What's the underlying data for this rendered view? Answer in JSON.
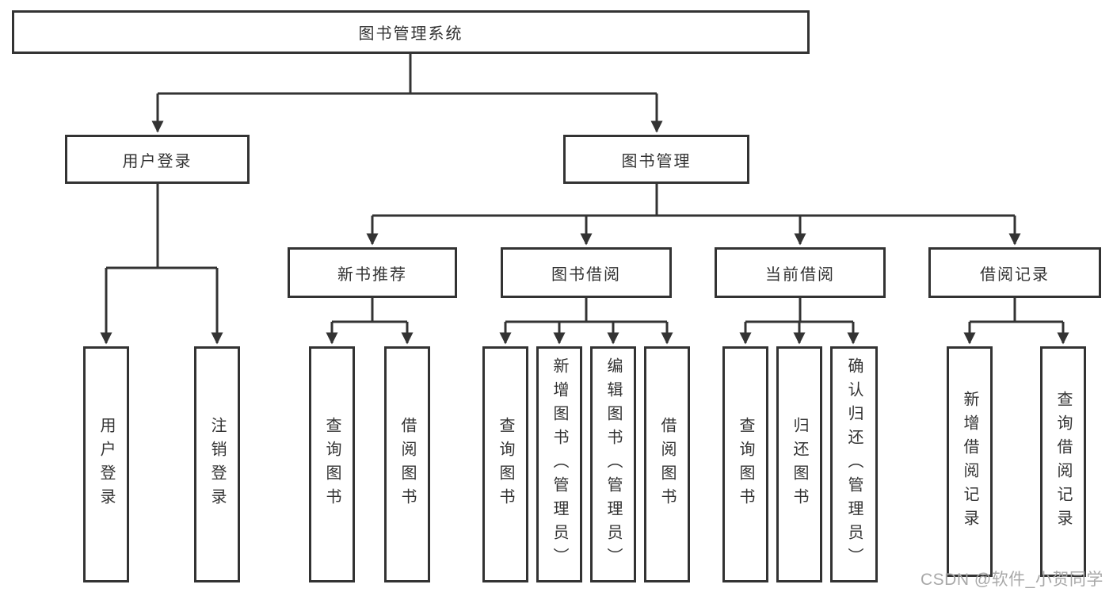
{
  "diagram": {
    "root": {
      "label": "图书管理系统"
    },
    "level2": [
      {
        "label": "用户登录"
      },
      {
        "label": "图书管理"
      }
    ],
    "level3": [
      {
        "label": "新书推荐"
      },
      {
        "label": "图书借阅"
      },
      {
        "label": "当前借阅"
      },
      {
        "label": "借阅记录"
      }
    ],
    "leaves": {
      "user": [
        "用户登录",
        "注销登录"
      ],
      "newbook": [
        "查询图书",
        "借阅图书"
      ],
      "borrow": [
        "查询图书",
        "新增图书（管理员）",
        "编辑图书（管理员）",
        "借阅图书"
      ],
      "current": [
        "查询图书",
        "归还图书",
        "确认归还（管理员）"
      ],
      "records": [
        "新增借阅记录",
        "查询借阅记录"
      ]
    }
  },
  "watermark": {
    "text": "CSDN @软件_小贺同学"
  },
  "colors": {
    "line": "#333333",
    "text": "#333333",
    "box_background": "#ffffff",
    "watermark": "#a8a8a8",
    "background": "#ffffff"
  }
}
